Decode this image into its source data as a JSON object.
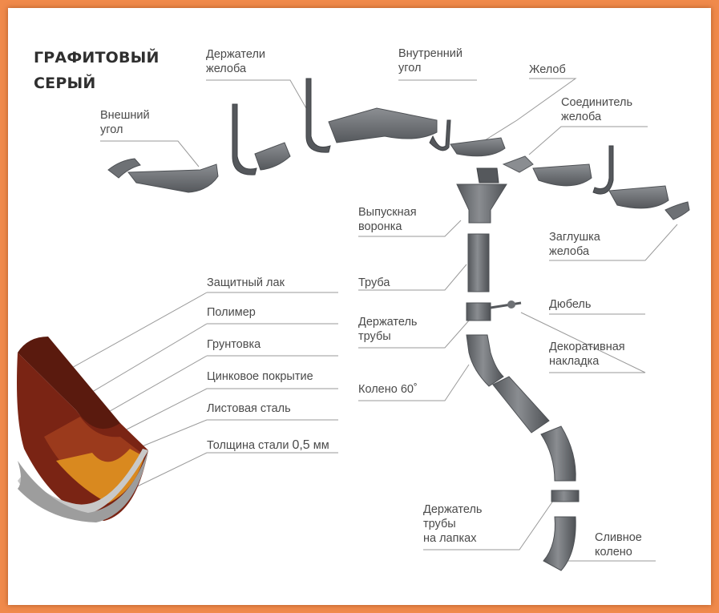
{
  "title": [
    "ГРАФИТОВЫЙ",
    "СЕРЫЙ"
  ],
  "labels": {
    "outer_corner": [
      "Внешний",
      "угол"
    ],
    "gutter_holders": [
      "Держатели",
      "желоба"
    ],
    "inner_corner": [
      "Внутренний",
      "угол"
    ],
    "gutter": [
      "Желоб"
    ],
    "gutter_connector": [
      "Соединитель",
      "желоба"
    ],
    "outlet_funnel": [
      "Выпускная",
      "воронка"
    ],
    "gutter_cap": [
      "Заглушка",
      "желоба"
    ],
    "pipe": [
      "Труба"
    ],
    "dowel": [
      "Дюбель"
    ],
    "pipe_holder": [
      "Держатель",
      "трубы"
    ],
    "decorative_cover": [
      "Декоративная",
      "накладка"
    ],
    "elbow": [
      "Колено 60˚"
    ],
    "pipe_holder_legs": [
      "Держатель",
      "трубы",
      "на лапках"
    ],
    "drain_elbow": [
      "Сливное",
      "колено"
    ]
  },
  "layers": {
    "protective_lacquer": "Защитный лак",
    "polymer": "Полимер",
    "primer": "Грунтовка",
    "zinc_coating": "Цинковое покрытие",
    "sheet_steel": "Листовая сталь",
    "thickness_text": "Толщина стали ",
    "thickness_value": "0,5",
    "thickness_unit": " мм"
  },
  "colors": {
    "border": "#f08a4b",
    "part": "#6e7175",
    "lacquer": "#7a2414",
    "polymer": "#9b3a1c",
    "primer": "#d9891f",
    "zinc": "#c8c8c8",
    "steel": "#9d9d9d"
  }
}
